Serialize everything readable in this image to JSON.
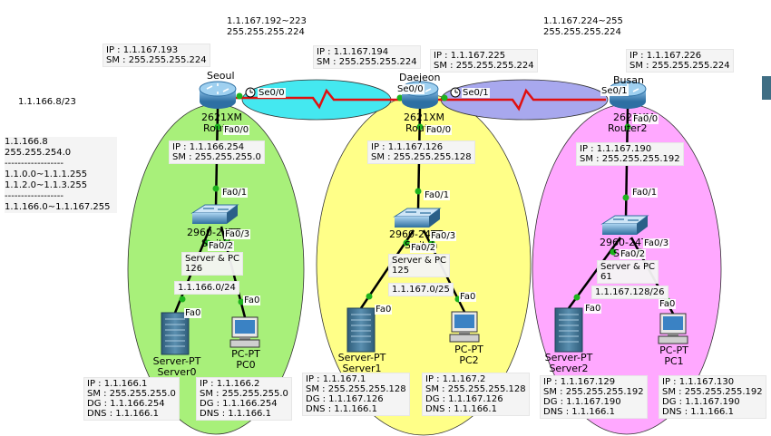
{
  "net_summary": "1.1.166.8/23",
  "legend": {
    "lines": [
      "1.1.166.8",
      "255.255.254.0",
      "------------------",
      "1.1.0.0~1.1.1.255",
      "1.1.2.0~1.1.3.255",
      "------------------",
      "1.1.166.0~1.1.167.255"
    ]
  },
  "wan_links": {
    "seoul_daejeon": {
      "range": "1.1.167.192~223",
      "mask": "255.255.255.224"
    },
    "daejeon_busan": {
      "range": "1.1.167.224~255",
      "mask": "255.255.255.224"
    }
  },
  "routers": {
    "seoul": {
      "name": "Seoul",
      "model": "2621XM",
      "label": "Router",
      "wan_ip": "IP : 1.1.167.193",
      "wan_sm": "SM : 255.255.255.224",
      "lan_ip": "IP : 1.1.166.254",
      "lan_sm": "SM : 255.255.255.0",
      "ports": {
        "se": "Se0/0",
        "fa": "Fa0/0"
      }
    },
    "daejeon": {
      "name": "Daejeon",
      "model": "2621XM",
      "label": "Router",
      "wan_ip_left": "IP : 1.1.167.194",
      "wan_sm_left": "SM : 255.255.255.224",
      "wan_ip_right": "IP : 1.1.167.225",
      "wan_sm_right": "SM : 255.255.255.224",
      "lan_ip": "IP : 1.1.167.126",
      "lan_sm": "SM : 255.255.255.128",
      "ports": {
        "se_left": "Se0/0",
        "se_right": "Se0/1",
        "fa": "Fa0/0"
      }
    },
    "busan": {
      "name": "Busan",
      "model": "2621XM",
      "label": "Router2",
      "wan_ip": "IP : 1.1.167.226",
      "wan_sm": "SM : 255.255.255.224",
      "lan_ip": "IP : 1.1.167.190",
      "lan_sm": "SM : 255.255.255.192",
      "ports": {
        "se": "Se0/1",
        "fa": "Fa0/0"
      }
    }
  },
  "lans": [
    {
      "switch": "2960-24TT",
      "switch_label": "Switch",
      "ports": {
        "up": "Fa0/1",
        "left": "Fa0/2",
        "right": "Fa0/3",
        "server": "Fa0",
        "pc": "Fa0"
      },
      "hosts_title": "Server & PC",
      "hosts_count": "126",
      "subnet": "1.1.166.0/24",
      "server": {
        "type": "Server-PT",
        "name": "Server0",
        "ip": "IP : 1.1.166.1",
        "sm": "SM : 255.255.255.0",
        "dg": "DG : 1.1.166.254",
        "dns": "DNS : 1.1.166.1"
      },
      "pc": {
        "type": "PC-PT",
        "name": "PC0",
        "ip": "IP : 1.1.166.2",
        "sm": "SM : 255.255.255.0",
        "dg": "DG : 1.1.166.254",
        "dns": "DNS : 1.1.166.1"
      }
    },
    {
      "switch": "2960-24TT",
      "switch_label": "Switch",
      "ports": {
        "up": "Fa0/1",
        "left": "Fa0/2",
        "right": "Fa0/3",
        "server": "Fa0",
        "pc": "Fa0"
      },
      "hosts_title": "Server & PC",
      "hosts_count": "125",
      "subnet": "1.1.167.0/25",
      "server": {
        "type": "Server-PT",
        "name": "Server1",
        "ip": "IP : 1.1.167.1",
        "sm": "SM : 255.255.255.128",
        "dg": "DG : 1.1.167.126",
        "dns": "DNS : 1.1.166.1"
      },
      "pc": {
        "type": "PC-PT",
        "name": "PC2",
        "ip": "IP : 1.1.167.2",
        "sm": "SM : 255.255.255.128",
        "dg": "DG : 1.1.167.126",
        "dns": "DNS : 1.1.166.1"
      }
    },
    {
      "switch": "2960-24TT",
      "switch_label": "Switch",
      "ports": {
        "up": "Fa0/1",
        "left": "Fa0/2",
        "right": "Fa0/3",
        "server": "Fa0",
        "pc": "Fa0"
      },
      "hosts_title": "Server & PC",
      "hosts_count": "61",
      "subnet": "1.1.167.128/26",
      "server": {
        "type": "Server-PT",
        "name": "Server2",
        "ip": "IP : 1.1.167.129",
        "sm": "SM : 255.255.255.192",
        "dg": "DG : 1.1.167.190",
        "dns": "DNS : 1.1.166.1"
      },
      "pc": {
        "type": "PC-PT",
        "name": "PC1",
        "ip": "IP : 1.1.167.130",
        "sm": "SM : 255.255.255.192",
        "dg": "DG : 1.1.167.190",
        "dns": "DNS : 1.1.166.1"
      }
    }
  ],
  "colors": {
    "zone_seoul": "#a8f07a",
    "zone_daejeon": "#ffff88",
    "zone_busan": "#ffa8ff",
    "wan_link_1": "#44e8f0",
    "wan_link_2": "#a8a8ee",
    "serial_cable": "#e01010",
    "link_up": "#1db31d",
    "router_body": "#3a86c0",
    "switch_body": "#3a86c0"
  }
}
